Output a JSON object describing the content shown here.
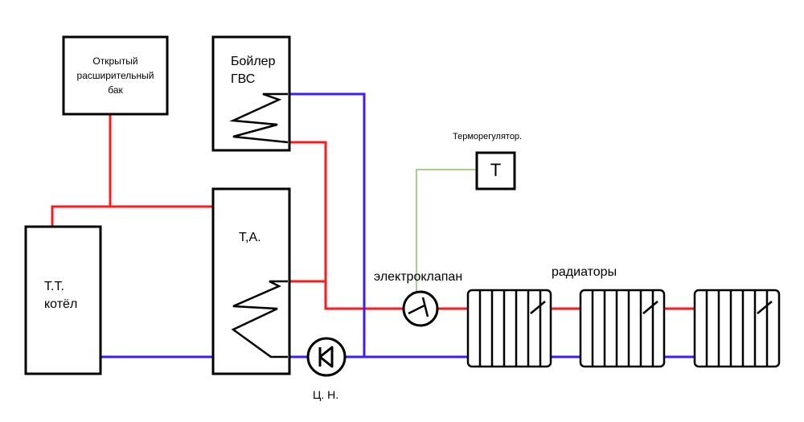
{
  "labels": {
    "tank": [
      "Открытый",
      "расширительный",
      "бак"
    ],
    "boiler_dhw": [
      "Бойлер",
      "ГВС"
    ],
    "heat_accumulator": "Т,А.",
    "solid_fuel_boiler": [
      "Т.Т.",
      "котёл"
    ],
    "thermostat_title": "Терморегулятор.",
    "thermostat_symbol": "Т",
    "solenoid_valve": "электроклапан",
    "radiators": "радиаторы",
    "pump": "Ц. Н."
  },
  "colors": {
    "supply": "#ff1a1a",
    "return": "#3b1bff",
    "control": "#a8d08d",
    "outline": "#000000"
  }
}
